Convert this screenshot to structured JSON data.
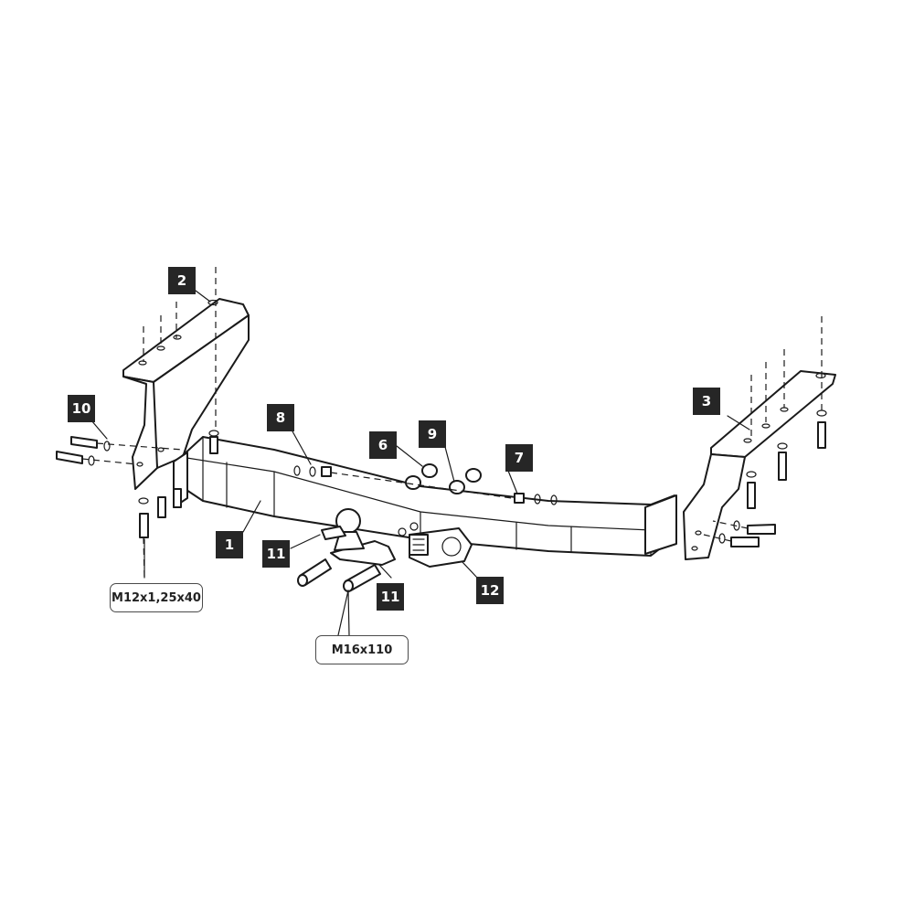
{
  "callouts": {
    "part_1": "1",
    "part_2": "2",
    "part_3": "3",
    "part_6": "6",
    "part_7": "7",
    "part_8": "8",
    "part_9": "9",
    "part_10": "10",
    "part_11a": "11",
    "part_11b": "11",
    "part_12": "12"
  },
  "specs": {
    "bolt_m12": "M12x1,25x40",
    "bolt_m16": "M16x110"
  },
  "colors": {
    "line": "#1a1a1a",
    "label_bg": "#262626",
    "label_text": "#ffffff"
  }
}
